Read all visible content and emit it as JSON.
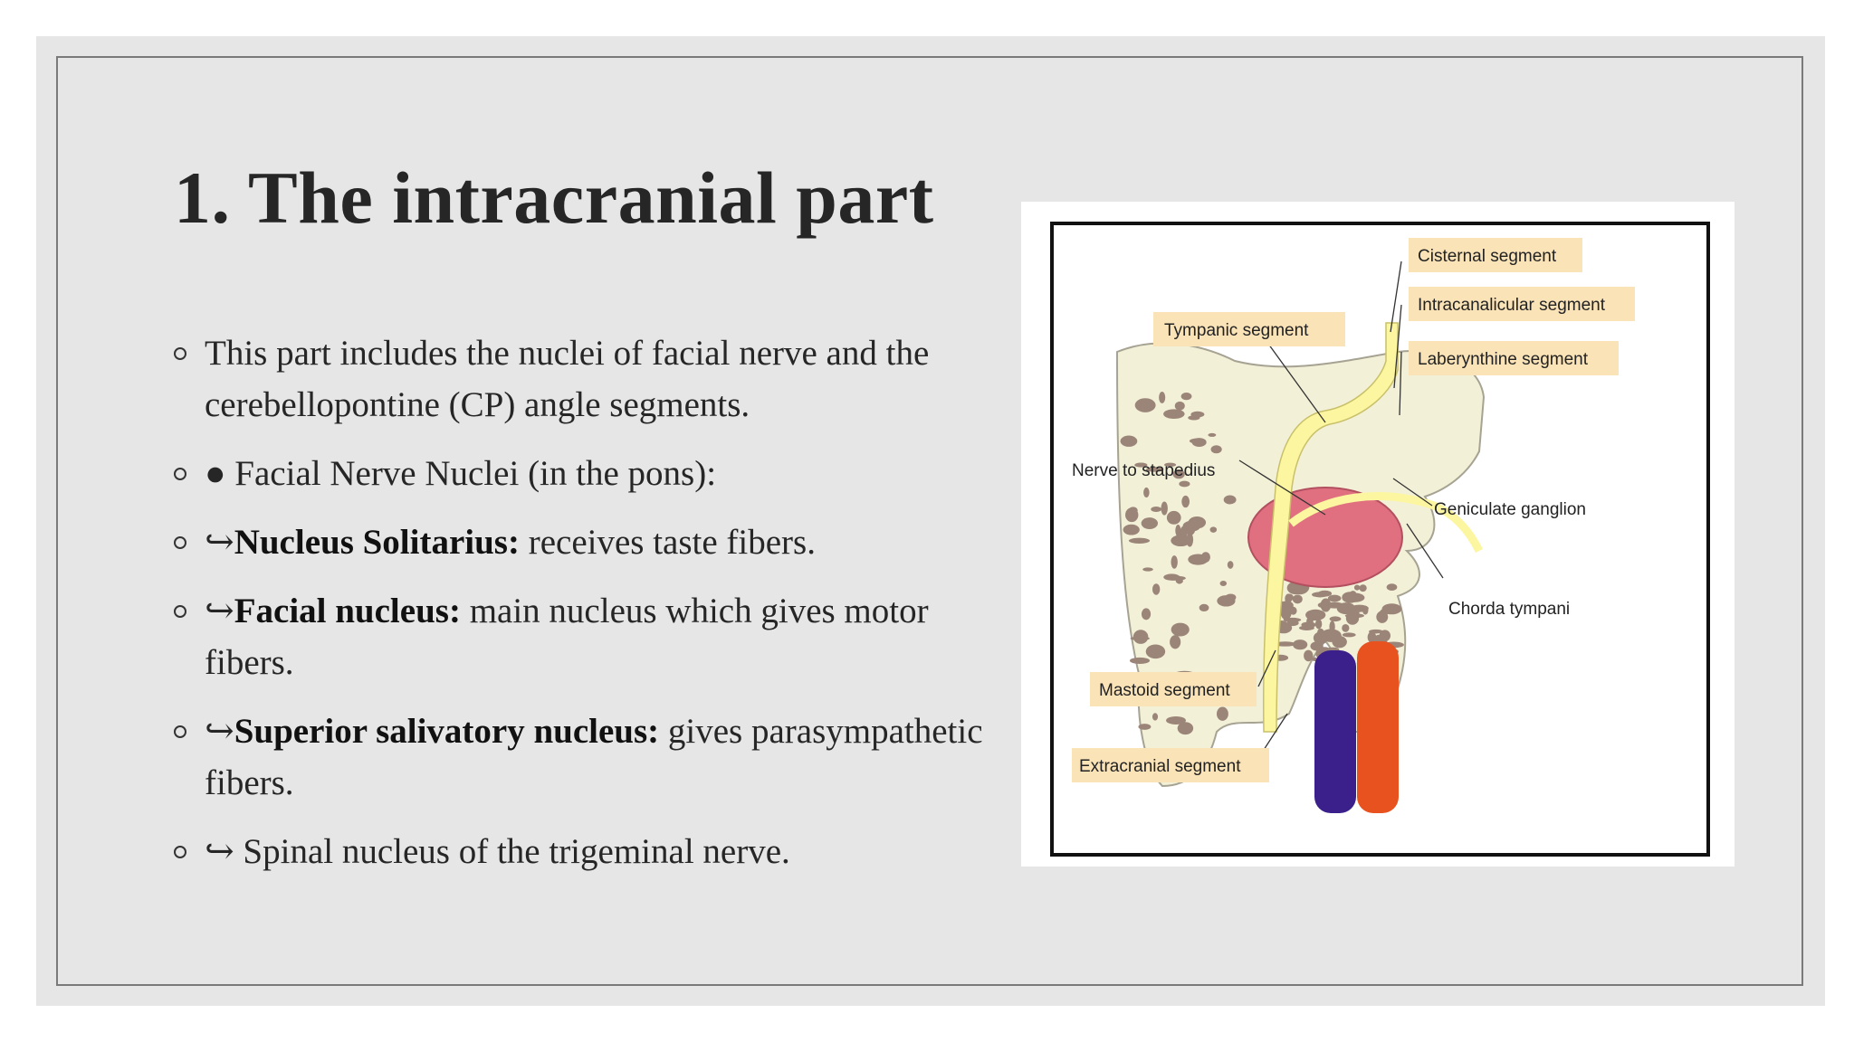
{
  "slide": {
    "title": "1. The intracranial part",
    "bullets": [
      {
        "bold": "",
        "text": "This part includes the nuclei of  facial nerve and the cerebellopontine (CP) angle segments."
      },
      {
        "bold": "",
        "text": "● Facial Nerve Nuclei (in the pons):"
      },
      {
        "prefix": "↪",
        "bold": "Nucleus Solitarius:",
        "text": " receives taste fibers."
      },
      {
        "prefix": "↪",
        "bold": "Facial nucleus:",
        "text": " main nucleus which gives motor fibers."
      },
      {
        "prefix": "↪",
        "bold": "Superior salivatory nucleus:",
        "text": " gives parasympathetic fibers."
      },
      {
        "prefix": "",
        "bold": "",
        "text": "↪ Spinal nucleus of  the trigeminal nerve."
      }
    ]
  },
  "figure": {
    "labels": {
      "cisternal": "Cisternal segment",
      "intracanalicular": "Intracanalicular segment",
      "tympanic": "Tympanic segment",
      "labyrinthine": "Laberynthine segment",
      "nerve_to_stapedius": "Nerve to stapedius",
      "geniculate": "Geniculate ganglion",
      "chorda": "Chorda tympani",
      "mastoid": "Mastoid segment",
      "extracranial": "Extracranial segment"
    },
    "colors": {
      "label_bg": "#fbe3b8",
      "bone": "#f3f0d8",
      "bone_spots": "#9b8578",
      "nerve": "#fcf6a0",
      "vein": "#3b1f8a",
      "artery": "#e8521f",
      "ganglion_mass": "#e07080"
    }
  }
}
